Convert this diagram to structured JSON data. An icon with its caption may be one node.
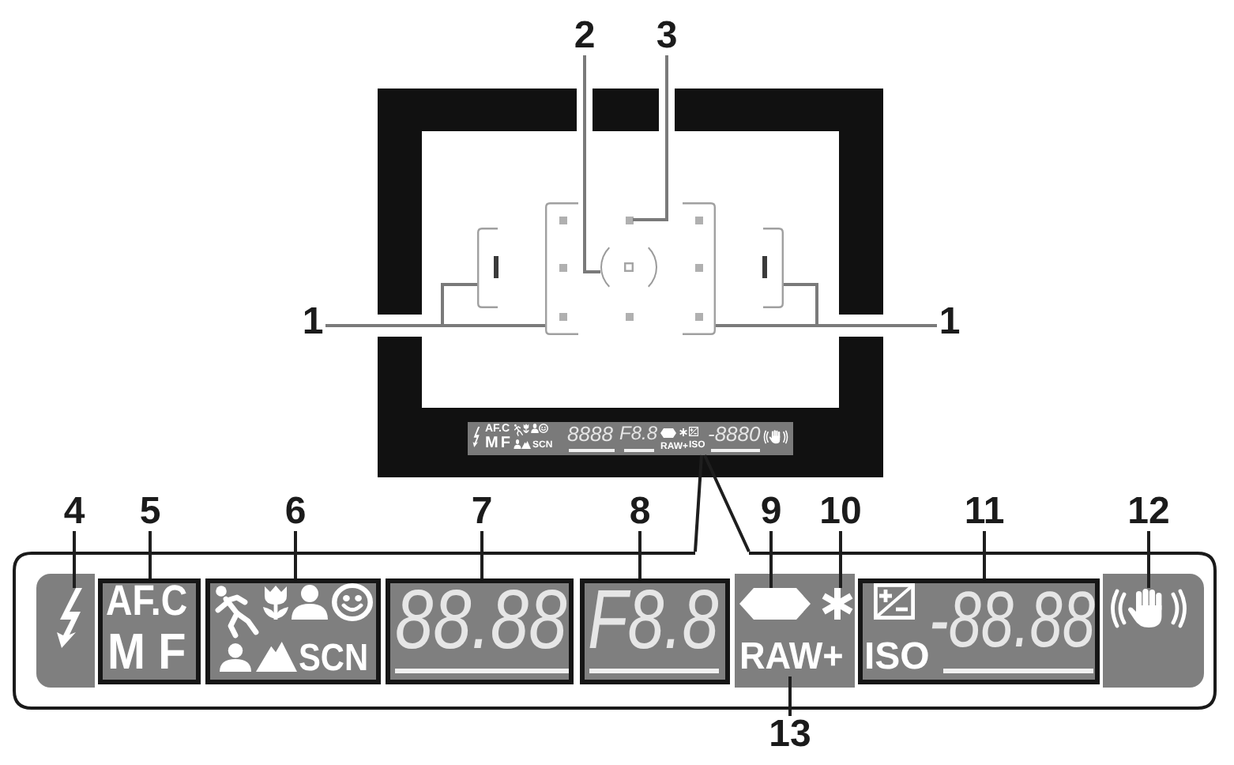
{
  "diagram": {
    "nodes": [
      {
        "text": [
          "2"
        ]
      },
      {
        "text": [
          "3"
        ]
      },
      {
        "text": [],
        "shape": "box"
      },
      {
        "text": [],
        "shape": "box",
        "in": 2
      },
      {
        "text": [],
        "shape": "box",
        "in": 3
      },
      {
        "text": [],
        "shape": "circle",
        "in": 3
      },
      {
        "text": [],
        "shape": "box",
        "in": 2
      },
      {
        "text": [],
        "shape": "box",
        "in": 2
      },
      {
        "text": [
          "1"
        ]
      },
      {
        "text": [
          "1"
        ]
      },
      {
        "text": [
          "AF.C",
          "MF",
          "SCN",
          "8888",
          "F8.8",
          "RAW+",
          "ISO",
          "-8880"
        ],
        "in": 2
      },
      {
        "text": [
          "4"
        ]
      },
      {
        "text": [
          "5"
        ]
      },
      {
        "text": [
          "6"
        ]
      },
      {
        "text": [
          "7"
        ]
      },
      {
        "text": [
          "8"
        ]
      },
      {
        "text": [
          "9"
        ]
      },
      {
        "text": [
          "10"
        ]
      },
      {
        "text": [
          "11"
        ]
      },
      {
        "text": [
          "12"
        ]
      },
      {
        "text": [],
        "shape": "box"
      },
      {
        "text": [],
        "shape": "box",
        "in": 20
      },
      {
        "text": [],
        "shape": "picture",
        "in": 21
      },
      {
        "text": [
          "AF.C",
          "MF"
        ],
        "in": 20
      },
      {
        "text": [
          "SCN"
        ],
        "in": 20
      },
      {
        "text": [
          "88.88"
        ],
        "in": 20
      },
      {
        "text": [
          "F8.8"
        ],
        "in": 20
      },
      {
        "text": [],
        "shape": "box",
        "in": 20
      },
      {
        "text": [],
        "shape": "hexagon",
        "in": 27
      },
      {
        "text": [],
        "shape": "asterisk",
        "in": 27
      },
      {
        "text": [
          "RAW+"
        ],
        "in": 27
      },
      {
        "text": [
          "ISO",
          "-88.88"
        ],
        "in": 20
      },
      {
        "text": [],
        "shape": "box",
        "in": 20
      },
      {
        "text": [],
        "shape": "picture",
        "in": 32
      },
      {
        "text": [
          "13"
        ]
      }
    ],
    "edges": [
      {
        "from": 8,
        "to": 6,
        "arrow": "none",
        "color": "#7a7a7a"
      },
      {
        "from": 8,
        "to": 3,
        "arrow": "none",
        "color": "#7a7a7a"
      },
      {
        "from": 9,
        "to": 7,
        "arrow": "none",
        "color": "#7a7a7a"
      },
      {
        "from": 9,
        "to": 3,
        "arrow": "none",
        "color": "#7a7a7a"
      },
      {
        "from": 0,
        "to": 5,
        "arrow": "none",
        "color": "#7a7a7a"
      },
      {
        "from": 1,
        "to": 4,
        "arrow": "none",
        "color": "#7a7a7a"
      },
      {
        "from": 10,
        "to": 20,
        "arrow": "none"
      },
      {
        "from": 10,
        "to": 20,
        "arrow": "none"
      },
      {
        "from": 11,
        "to": 22,
        "arrow": "none"
      },
      {
        "from": 12,
        "to": 23,
        "arrow": "none"
      },
      {
        "from": 13,
        "to": 24,
        "arrow": "none"
      },
      {
        "from": 14,
        "to": 25,
        "arrow": "none"
      },
      {
        "from": 15,
        "to": 26,
        "arrow": "none"
      },
      {
        "from": 16,
        "to": 28,
        "arrow": "none"
      },
      {
        "from": 17,
        "to": 29,
        "arrow": "none"
      },
      {
        "from": 18,
        "to": 31,
        "arrow": "none"
      },
      {
        "from": 19,
        "to": 33,
        "arrow": "none"
      },
      {
        "from": 34,
        "to": 30,
        "arrow": "none"
      }
    ]
  }
}
